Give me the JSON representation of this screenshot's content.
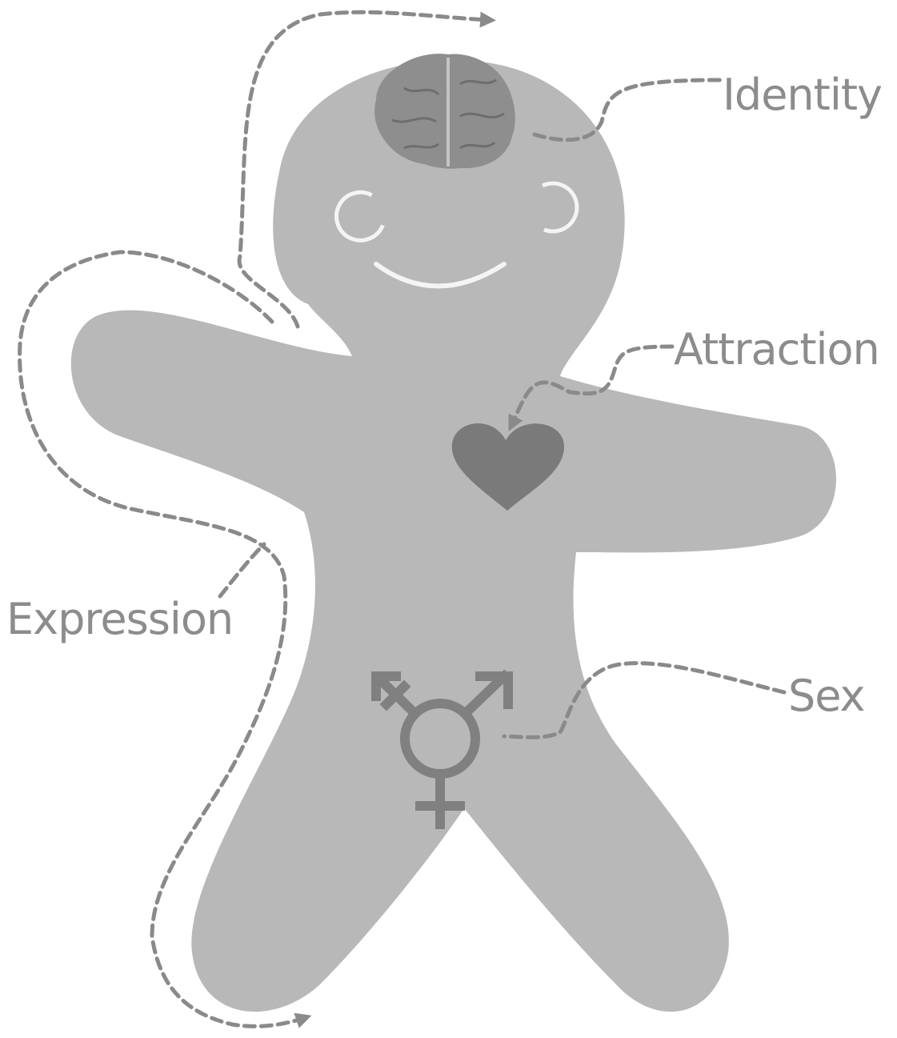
{
  "labels": {
    "identity": "Identity",
    "attraction": "Attraction",
    "expression": "Expression",
    "sex": "Sex"
  },
  "icons": {
    "identity": "brain-icon",
    "attraction": "heart-icon",
    "sex": "transgender-symbol-icon"
  },
  "colors": {
    "body": "#b8b8b8",
    "brain": "#8e8e8e",
    "heart": "#7a7a7a",
    "symbol": "#808080",
    "label": "#8c8c8c",
    "dash": "#8a8a8a",
    "face": "#f4f4f4"
  }
}
